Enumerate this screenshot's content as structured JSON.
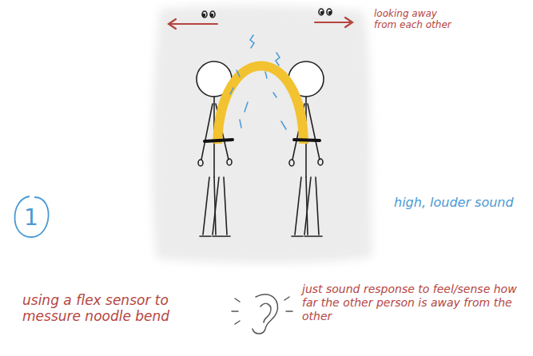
{
  "diagram": {
    "nodes": [
      {
        "text": [
          "1"
        ]
      }
    ],
    "labels": [
      "looking away from each other",
      "high, louder sound",
      "using a flex sensor to messure noodle bend",
      "just sound response to feel/sense how far the other person is away from the other"
    ]
  }
}
